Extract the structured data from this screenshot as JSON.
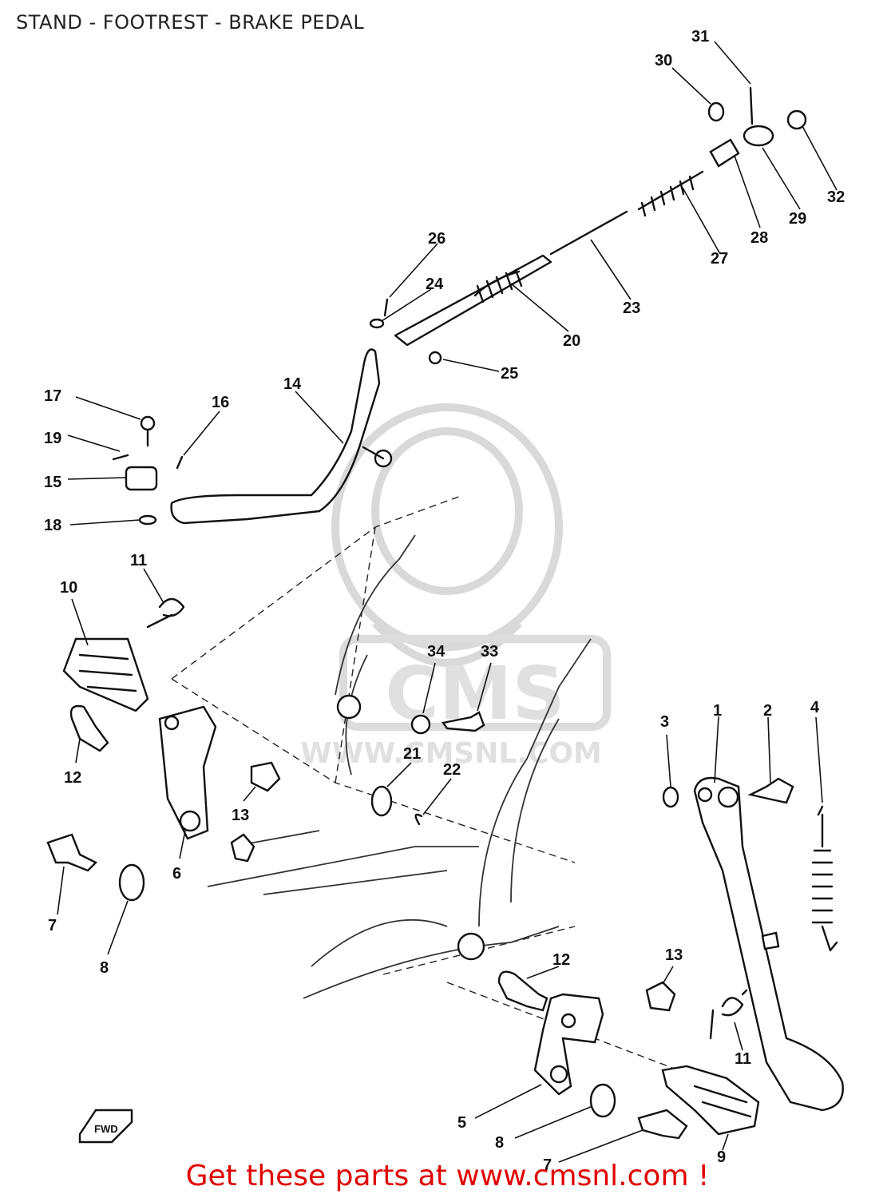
{
  "header": {
    "title": "STAND - FOOTREST - BRAKE PEDAL"
  },
  "watermark": {
    "logo_text": "CMS",
    "url_text": "WWW.CMSNL.COM"
  },
  "fwd_badge": "FWD",
  "footer": {
    "link_text": "Get these parts at www.cmsnl.com !"
  },
  "callouts": {
    "c1": "1",
    "c2": "2",
    "c3": "3",
    "c4": "4",
    "c5": "5",
    "c6": "6",
    "c7a": "7",
    "c7b": "7",
    "c8a": "8",
    "c8b": "8",
    "c9": "9",
    "c10": "10",
    "c11a": "11",
    "c11b": "11",
    "c12a": "12",
    "c12b": "12",
    "c13a": "13",
    "c13b": "13",
    "c14": "14",
    "c15": "15",
    "c16": "16",
    "c17": "17",
    "c18": "18",
    "c19": "19",
    "c20": "20",
    "c21": "21",
    "c22": "22",
    "c23": "23",
    "c24": "24",
    "c25": "25",
    "c26": "26",
    "c27": "27",
    "c28": "28",
    "c29": "29",
    "c30": "30",
    "c31": "31",
    "c32": "32",
    "c33": "33",
    "c34": "34"
  },
  "colors": {
    "footer_link": "#e00000",
    "line_art": "#111111",
    "watermark": "#d9d9d9"
  }
}
